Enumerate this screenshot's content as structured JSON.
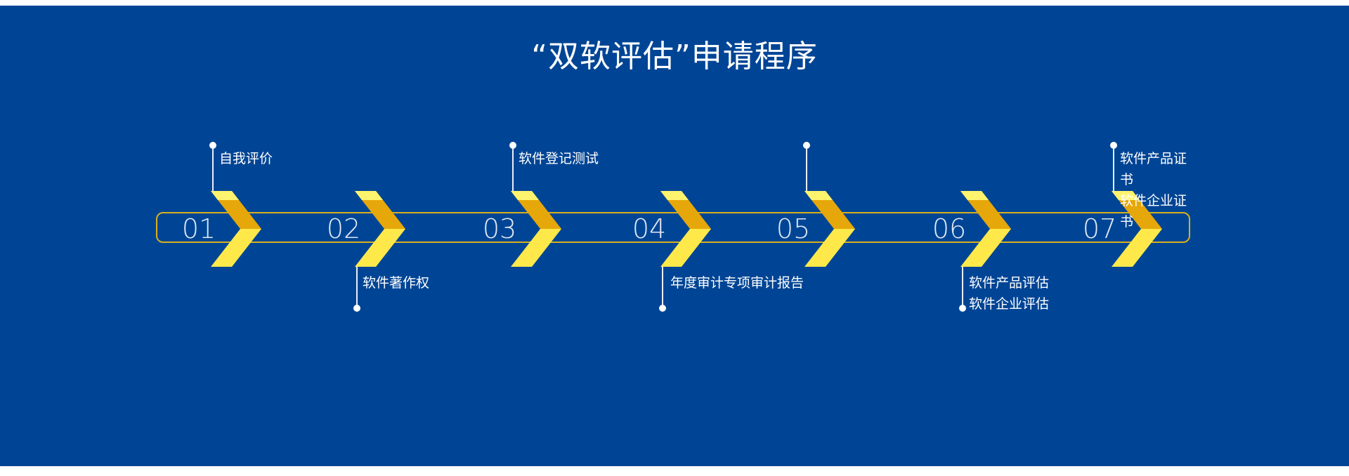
{
  "title": "“双软评估”申请程序",
  "colors": {
    "background": "#004595",
    "track_border": "#d7b11e",
    "arrow_light": "#ffe94a",
    "arrow_dark": "#e6a70b",
    "text": "#ffffff"
  },
  "steps": [
    {
      "number": "01",
      "labels": [
        "自我评价"
      ]
    },
    {
      "number": "02",
      "labels": [
        "软件著作权"
      ]
    },
    {
      "number": "03",
      "labels": [
        "软件登记测试"
      ]
    },
    {
      "number": "04",
      "labels": [
        "年度审计专项审计报告"
      ]
    },
    {
      "number": "05",
      "labels": []
    },
    {
      "number": "06",
      "labels": [
        "软件产品评估",
        "软件企业评估"
      ]
    },
    {
      "number": "07",
      "labels": [
        "软件产品证书",
        "软件企业证书"
      ]
    }
  ]
}
